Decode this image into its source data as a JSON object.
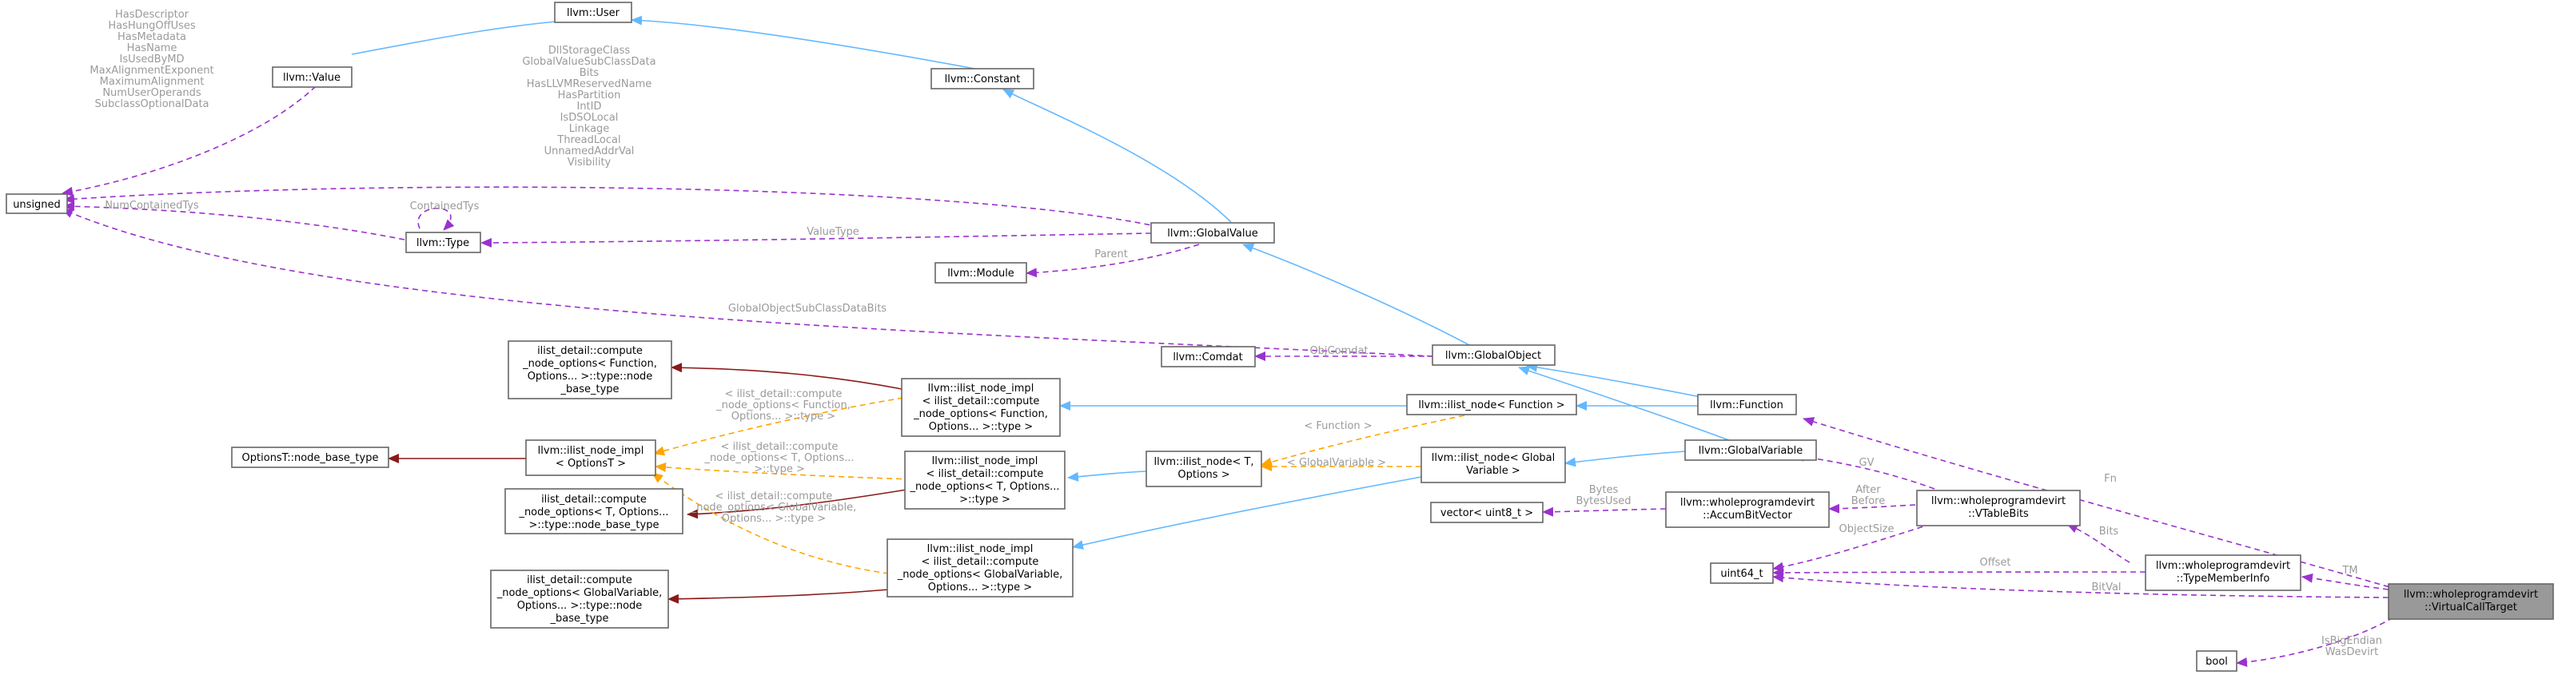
{
  "diagram": {
    "nodes": {
      "unsigned": [
        "unsigned"
      ],
      "user": [
        "llvm::User"
      ],
      "value": [
        "llvm::Value"
      ],
      "constant": [
        "llvm::Constant"
      ],
      "type": [
        "llvm::Type"
      ],
      "globalvalue": [
        "llvm::GlobalValue"
      ],
      "module": [
        "llvm::Module"
      ],
      "comdat": [
        "llvm::Comdat"
      ],
      "globalobject": [
        "llvm::GlobalObject"
      ],
      "ilist_node_function": [
        "llvm::ilist_node< Function >"
      ],
      "function": [
        "llvm::Function"
      ],
      "ilist_node_globalvariable": [
        "llvm::ilist_node< Global",
        "Variable >"
      ],
      "globalvariable": [
        "llvm::GlobalVariable"
      ],
      "ilist_node_t": [
        "llvm::ilist_node< T,",
        "Options >"
      ],
      "ilist_impl_function": [
        "llvm::ilist_node_impl",
        "< ilist_detail::compute",
        "_node_options< Function,",
        "Options... >::type >"
      ],
      "ilist_impl_t": [
        "llvm::ilist_node_impl",
        "< ilist_detail::compute",
        "_node_options< T, Options...",
        ">::type >"
      ],
      "ilist_impl_globalvariable": [
        "llvm::ilist_node_impl",
        "< ilist_detail::compute",
        "_node_options< GlobalVariable,",
        "Options... >::type >"
      ],
      "ilist_impl_optionst": [
        "llvm::ilist_node_impl",
        "< OptionsT >"
      ],
      "compute_function": [
        "ilist_detail::compute",
        "_node_options< Function,",
        "Options... >::type::node",
        "_base_type"
      ],
      "compute_t": [
        "ilist_detail::compute",
        "_node_options< T, Options...",
        ">::type::node_base_type"
      ],
      "compute_globalvariable": [
        "ilist_detail::compute",
        "_node_options< GlobalVariable,",
        "Options... >::type::node",
        "_base_type"
      ],
      "optionst_base": [
        "OptionsT::node_base_type"
      ],
      "vector_uint8": [
        "vector< uint8_t >"
      ],
      "accumbitvector": [
        "llvm::wholeprogramdevirt",
        "::AccumBitVector"
      ],
      "vtablebits": [
        "llvm::wholeprogramdevirt",
        "::VTableBits"
      ],
      "uint64": [
        "uint64_t"
      ],
      "typememberinfo": [
        "llvm::wholeprogramdevirt",
        "::TypeMemberInfo"
      ],
      "virtualcalltarget": [
        "llvm::wholeprogramdevirt",
        "::VirtualCallTarget"
      ],
      "bool": [
        "bool"
      ]
    },
    "edge_labels": {
      "value_unsigned": [
        "HasDescriptor",
        "HasHungOffUses",
        "HasMetadata",
        "HasName",
        "IsUsedByMD",
        "MaxAlignmentExponent",
        "MaximumAlignment",
        "NumUserOperands",
        "SubclassOptionalData"
      ],
      "globalvalue_unsigned": [
        "DllStorageClass",
        "GlobalValueSubClassData",
        "Bits",
        "HasLLVMReservedName",
        "HasPartition",
        "IntID",
        "IsDSOLocal",
        "Linkage",
        "ThreadLocal",
        "UnnamedAddrVal",
        "Visibility"
      ],
      "type_unsigned": [
        "NumContainedTys"
      ],
      "type_self": [
        "ContainedTys"
      ],
      "valuetype": [
        "ValueType"
      ],
      "parent": [
        "Parent"
      ],
      "globalobject_unsigned": [
        "GlobalObjectSubClassDataBits"
      ],
      "objcomdat": [
        "ObjComdat"
      ],
      "tmpl_function": [
        "< Function >"
      ],
      "tmpl_globalvariable": [
        "< GlobalVariable >"
      ],
      "tmpl_impl_function": [
        "< ilist_detail::compute",
        "_node_options< Function,",
        "Options... >::type >"
      ],
      "tmpl_impl_t": [
        "< ilist_detail::compute",
        "_node_options< T, Options...",
        ">::type >"
      ],
      "tmpl_impl_globalvariable": [
        "< ilist_detail::compute",
        "_node_options< GlobalVariable,",
        "Options... >::type >"
      ],
      "gv": [
        "GV"
      ],
      "after_before": [
        "After",
        "Before"
      ],
      "bytes": [
        "Bytes",
        "BytesUsed"
      ],
      "objectsize": [
        "ObjectSize"
      ],
      "offset": [
        "Offset"
      ],
      "bits": [
        "Bits"
      ],
      "fn": [
        "Fn"
      ],
      "tm": [
        "TM"
      ],
      "bitval": [
        "BitVal"
      ],
      "bool_labels": [
        "IsBigEndian",
        "WasDevirt"
      ]
    }
  }
}
